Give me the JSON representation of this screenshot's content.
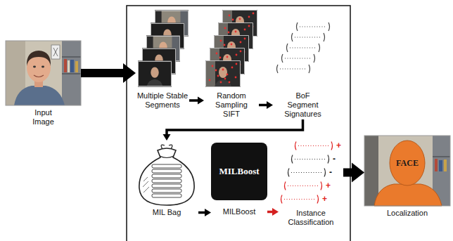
{
  "diagram": {
    "nodes": [
      {
        "text": [
          "Input Image"
        ]
      },
      {
        "text": [
          "Multiple Stable Segments"
        ]
      },
      {
        "text": [
          "Random Sampling SIFT"
        ]
      },
      {
        "text": [
          "BoF Segment Signatures"
        ]
      },
      {
        "text": [
          "MIL Bag"
        ]
      },
      {
        "text": [
          "MILBoost",
          "MILBoost"
        ]
      },
      {
        "text": [
          "Instance Classification"
        ]
      },
      {
        "text": [
          "FACE",
          "Localization"
        ]
      }
    ],
    "edges": [
      {
        "from": 0,
        "to": 1,
        "arrow": "to"
      },
      {
        "from": 1,
        "to": 2,
        "arrow": "to"
      },
      {
        "from": 2,
        "to": 3,
        "arrow": "to"
      },
      {
        "from": 3,
        "to": 4,
        "arrow": "to"
      },
      {
        "from": 4,
        "to": 5,
        "arrow": "to"
      },
      {
        "from": 5,
        "to": 6,
        "arrow": "to"
      },
      {
        "from": 6,
        "to": 7,
        "arrow": "to"
      }
    ],
    "labels": [
      "+",
      "-",
      "-",
      "+",
      "+"
    ]
  }
}
